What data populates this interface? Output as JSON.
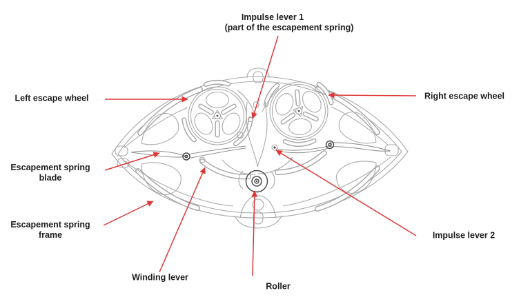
{
  "colors": {
    "background": "#ffffff",
    "drawing": "#a9a9a9",
    "drawing_dark": "#4d4d4d",
    "text": "#1c1c1c",
    "annotation": "#dd3737"
  },
  "labels": {
    "impulse_lever_1": {
      "line1": "Impulse lever 1",
      "line2": "(part of the escapement spring)"
    },
    "left_escape_wheel": "Left escape wheel",
    "right_escape_wheel": "Right escape wheel",
    "escapement_spring_blade": {
      "line1": "Escapement spring",
      "line2": "blade"
    },
    "escapement_spring_frame": {
      "line1": "Escapement spring",
      "line2": "frame"
    },
    "winding_lever": "Winding lever",
    "roller": "Roller",
    "impulse_lever_2": "Impulse lever 2"
  }
}
